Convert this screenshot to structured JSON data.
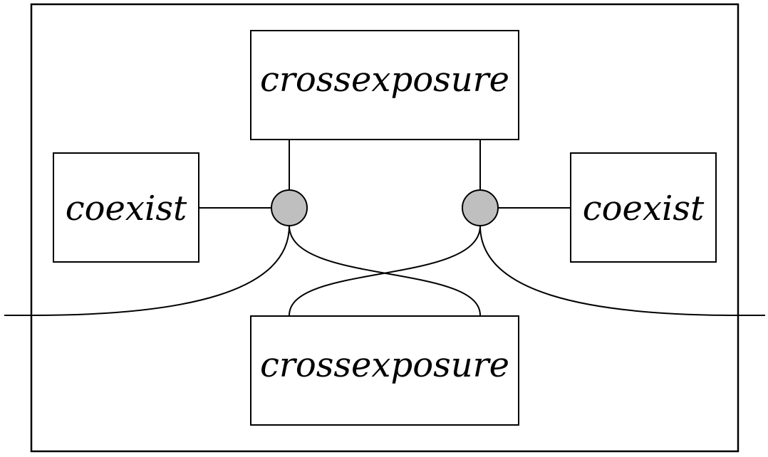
{
  "colors": {
    "stroke": "#000000",
    "node_fill": "#bfbfbf",
    "box_fill": "#ffffff"
  },
  "boxes": {
    "top": {
      "label": "crossexposure"
    },
    "bottom": {
      "label": "crossexposure"
    },
    "left": {
      "label": "coexist"
    },
    "right": {
      "label": "coexist"
    }
  }
}
